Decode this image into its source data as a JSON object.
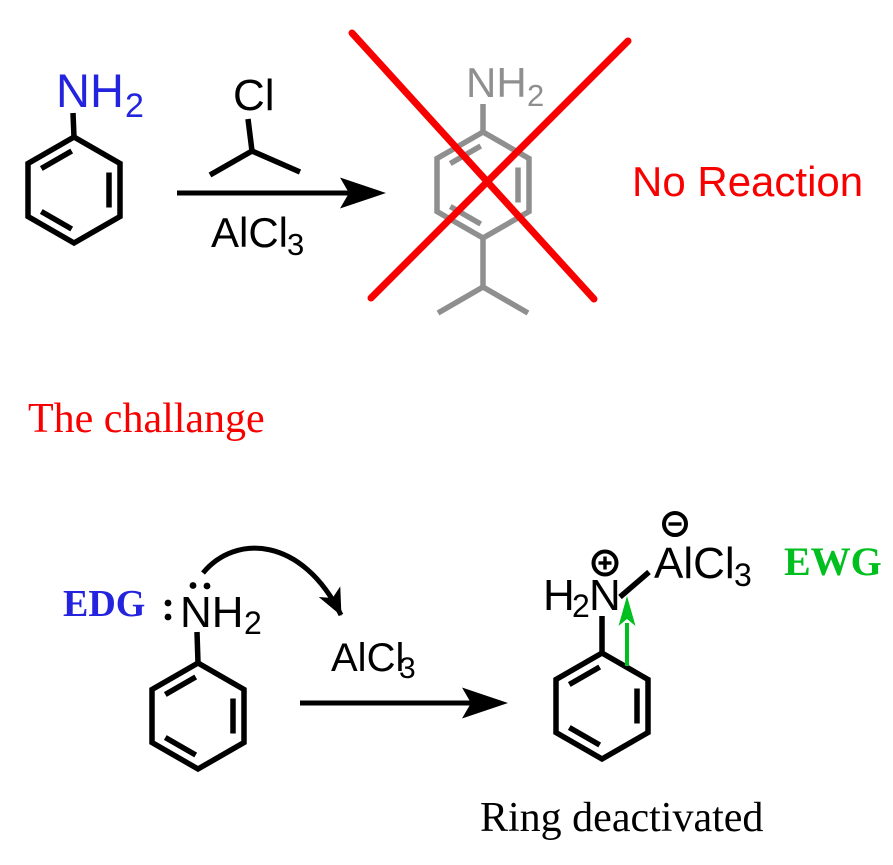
{
  "colors": {
    "black": "#000000",
    "blue": "#2424DE",
    "red": "#F80000",
    "gray": "#8F8F8F",
    "green": "#00BF1F"
  },
  "top_reaction": {
    "aniline": {
      "amine": "NH",
      "amine_sub": "2"
    },
    "alkyl_chloride": {
      "chlorine": "Cl"
    },
    "catalyst": {
      "formula": "AlCl",
      "formula_sub": "3"
    },
    "crossed_product": {
      "amine": "NH",
      "amine_sub": "2"
    },
    "result_text": "No Reaction"
  },
  "heading_text": "The challange",
  "bottom_reaction": {
    "edg_label": "EDG",
    "aniline": {
      "amine": "NH",
      "amine_sub": "2"
    },
    "catalyst": {
      "formula": "AlCl",
      "formula_sub": "3"
    },
    "complex": {
      "h": "H",
      "h_sub": "2",
      "n": "N",
      "al": "AlCl",
      "al_sub": "3",
      "plus_icon": "circled-plus",
      "minus_icon": "circled-minus"
    },
    "ewg_label": "EWG",
    "caption": "Ring deactivated"
  }
}
